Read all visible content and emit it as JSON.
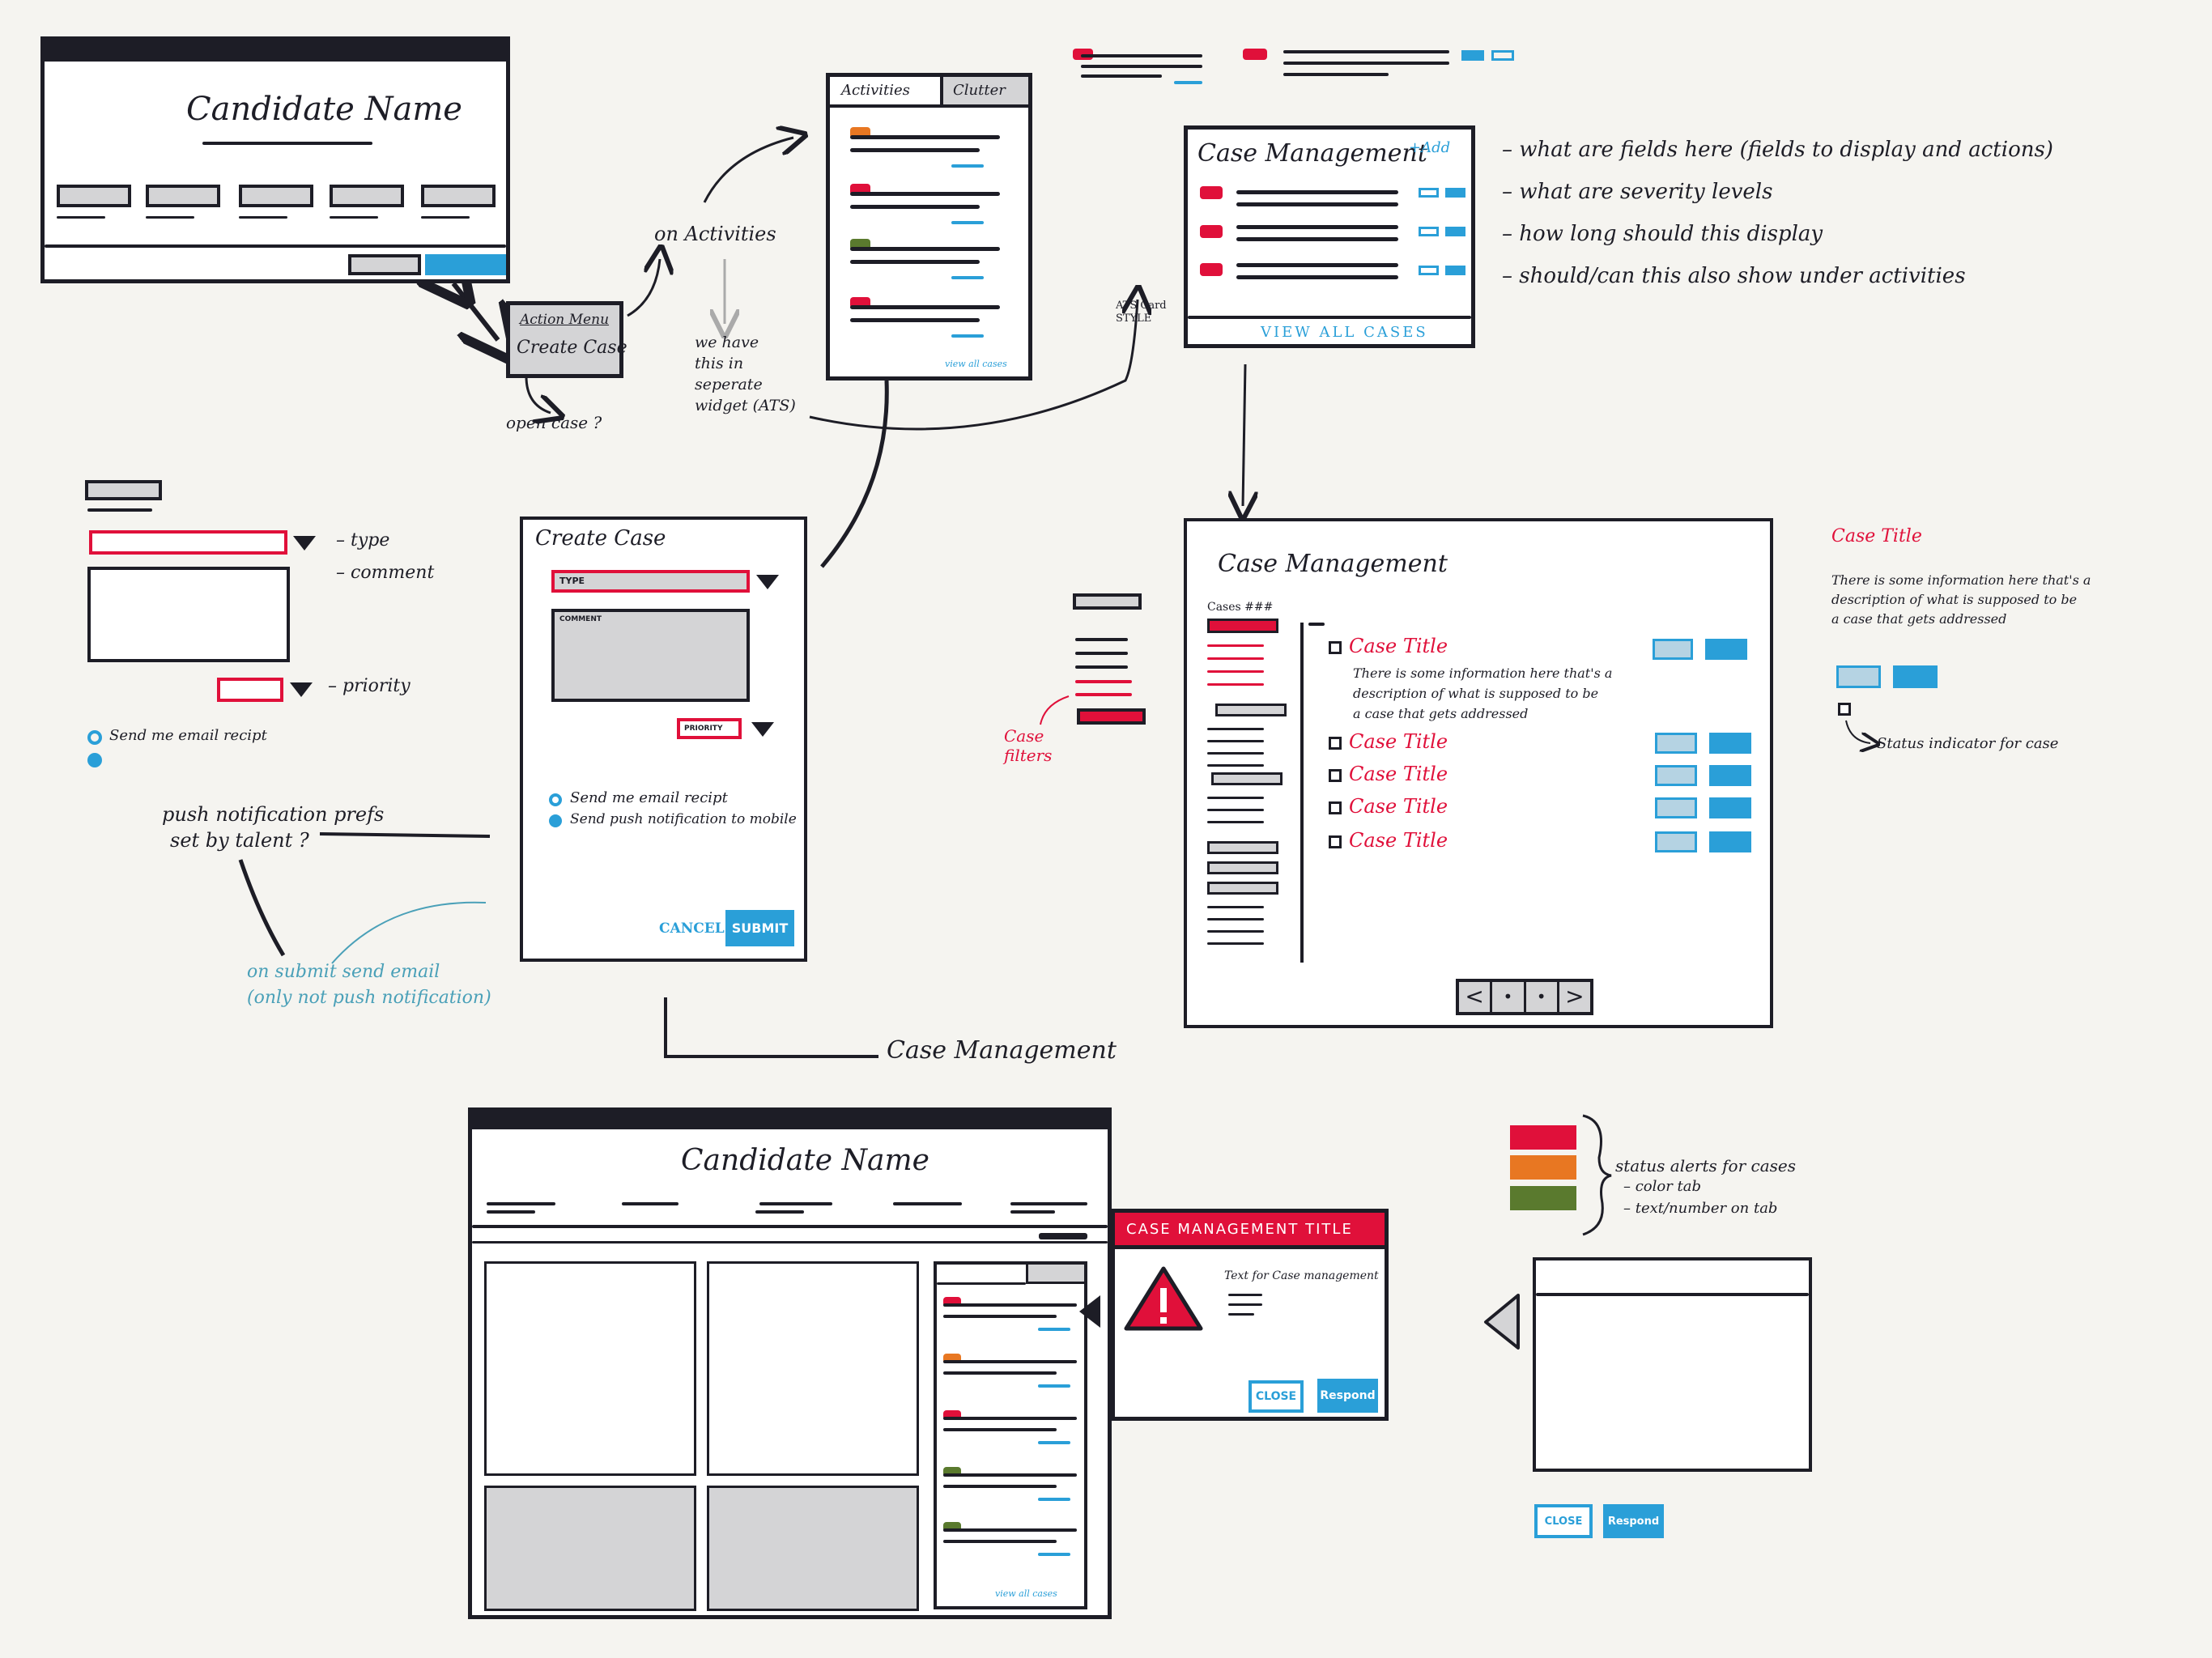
{
  "header_top": {
    "candidate_name": "Candidate Name"
  },
  "action_menu": {
    "title": "Action Menu",
    "item": "Create Case"
  },
  "notes": {
    "open_case": "open case ?",
    "on_activities": "on Activities",
    "we_have_1": "we have",
    "we_have_2": "this in",
    "we_have_3": "seperate",
    "we_have_4": "widget (ATS)",
    "ats_card_1": "ATS Card",
    "ats_card_2": "STYLE",
    "q1": "– what are fields here (fields to display and actions)",
    "q2": "– what are severity levels",
    "q3": "– how long should this display",
    "q4": "– should/can this also show under activities",
    "type": "– type",
    "comment": "– comment",
    "priority": "– priority",
    "send_email_left": "Send me email recipt",
    "push_1": "push notification prefs",
    "push_2": "set by talent ?",
    "on_submit_1": "on submit send email",
    "on_submit_2": "(only not push notification)",
    "case_filters_1": "Case",
    "case_filters_2": "filters",
    "case_management_arrow": "Case Management",
    "status_indicator": "Status indicator for case",
    "status_alerts": "status alerts for cases",
    "color_tab": "– color tab",
    "text_number": "– text/number on tab"
  },
  "activities_widget": {
    "tab_activities": "Activities",
    "tab_other": "Clutter",
    "view_all": "view all cases"
  },
  "case_mgmt_card": {
    "title": "Case Management",
    "add": "+Add",
    "view_all": "VIEW ALL CASES"
  },
  "create_case": {
    "title": "Create Case",
    "type_label": "TYPE",
    "comment_label": "COMMENT",
    "priority_label": "PRIORITY",
    "opt_email": "Send me email recipt",
    "opt_push": "Send push notification to mobile",
    "cancel": "CANCEL",
    "submit": "SUBMIT"
  },
  "case_mgmt_page": {
    "title": "Case Management",
    "cases_label": "Cases ###",
    "case_title": "Case Title",
    "case_desc_1": "There is some information here that's a",
    "case_desc_2": "description of what is supposed to be",
    "case_desc_3": "a case that gets addressed",
    "rows": [
      "Case Title",
      "Case Title",
      "Case Title",
      "Case Title"
    ],
    "pager": [
      "<",
      "•",
      "•",
      ">"
    ]
  },
  "right_case_detail": {
    "title": "Case Title",
    "desc_1": "There is some information here that's a",
    "desc_2": "description of what is supposed to be",
    "desc_3": "a case that gets addressed"
  },
  "bottom_page": {
    "candidate_name": "Candidate Name",
    "view_all": "view all cases"
  },
  "alert_popup": {
    "title": "CASE MANAGEMENT TITLE",
    "text": "Text for Case management",
    "close": "CLOSE",
    "respond": "Respond"
  },
  "right_popup": {
    "close": "CLOSE",
    "respond": "Respond"
  },
  "colors": {
    "red": "#e0103a",
    "orange": "#e87722",
    "green": "#5a7a2e",
    "blue": "#2a9fd8",
    "dark": "#1d1d26"
  }
}
